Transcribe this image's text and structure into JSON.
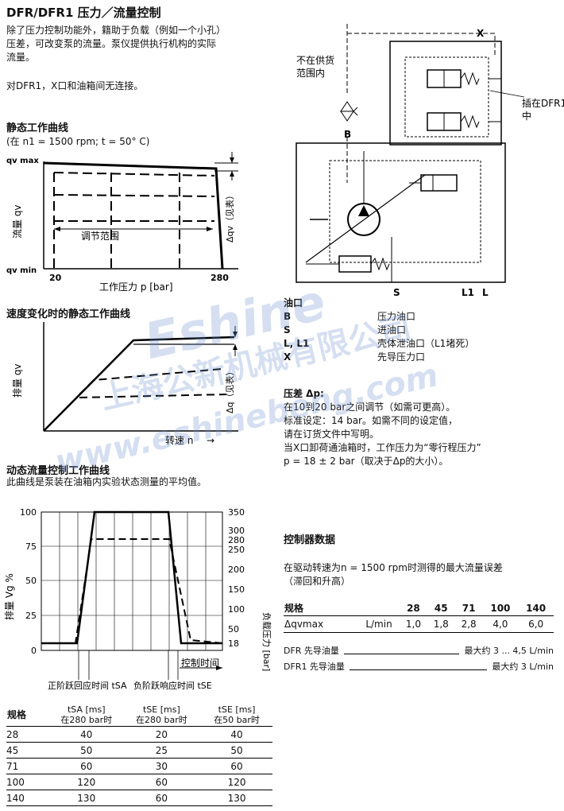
{
  "header": {
    "title": "DFR/DFR1 压力／流量控制",
    "intro": [
      "除了压力控制功能外，籍助于负载（例如一个小孔）",
      "压差，可改变泵的流量。泵仪提供执行机构的实际",
      "流量。"
    ],
    "dfr1_note": "对DFR1，X口和油箱间无连接。"
  },
  "static_curve": {
    "heading": "静态工作曲线",
    "conditions": "(在 n1 = 1500 rpm; t = 50° C)",
    "y_top": "qv max",
    "y_bottom": "qv min",
    "y_axis": "流量 qv",
    "x_axis": "工作压力 p [bar]",
    "x_ticks": [
      "20",
      "280"
    ],
    "range_label": "调节范围",
    "dq_label": "Δqv（见表）"
  },
  "speed_curve": {
    "heading": "速度变化时的静态工作曲线",
    "y_axis": "排量 qv",
    "x_axis": "转速 n",
    "dq_label": "Δq（见表）"
  },
  "dynamic_curve": {
    "heading": "动态流量控制工作曲线",
    "desc": "此曲线是泵装在油箱内实验状态测量的平均值。",
    "left_ticks": [
      "100",
      "75",
      "50",
      "25",
      "0"
    ],
    "right_ticks": [
      "350",
      "300",
      "280",
      "250",
      "200",
      "150",
      "100",
      "50",
      "18"
    ],
    "left_axis": "排量 Vg %",
    "right_axis": "负载压力 [bar]",
    "control_time": "控制时间",
    "t_sa": "正阶跃回应时间 tSA",
    "t_se": "负阶跃响应时间 tSE"
  },
  "response_table": {
    "headers": [
      {
        "line1": "规格",
        "line2": ""
      },
      {
        "line1": "tSA [ms]",
        "line2": "在280 bar时"
      },
      {
        "line1": "tSE [ms]",
        "line2": "在280 bar时"
      },
      {
        "line1": "tSE [ms]",
        "line2": "在50 bar时"
      }
    ],
    "rows": [
      [
        "28",
        "40",
        "20",
        "40"
      ],
      [
        "45",
        "50",
        "25",
        "50"
      ],
      [
        "71",
        "60",
        "30",
        "60"
      ],
      [
        "100",
        "120",
        "60",
        "120"
      ],
      [
        "140",
        "130",
        "60",
        "130"
      ]
    ]
  },
  "circuit": {
    "x_label": "X",
    "b_label": "B",
    "s_label": "S",
    "l1_label": "L1",
    "l_label": "L",
    "not_supplied": [
      "不在供货",
      "范围内"
    ],
    "inserted": [
      "插在DFR1",
      "中"
    ]
  },
  "ports": {
    "heading": "油口",
    "rows": [
      [
        "B",
        "压力油口"
      ],
      [
        "S",
        "进油口"
      ],
      [
        "L, L1",
        "壳体泄油口（L1堵死）"
      ],
      [
        "X",
        "先导压力口"
      ]
    ]
  },
  "pressure_diff": {
    "heading": "压差 Δp:",
    "lines": [
      "在10到20 bar之间调节（如需可更高）。",
      "标准设定：14 bar。如需不同的设定值，",
      "请在订货文件中写明。",
      "当X口卸荷通油箱时，工作压力为“零行程压力”",
      "p = 18 ± 2 bar（取决于Δp的大小）。"
    ]
  },
  "controller": {
    "heading": "控制器数据",
    "desc": [
      "在驱动转速为n = 1500 rpm时测得的最大流量误差",
      "（滞回和升高）"
    ],
    "table_header": [
      "规格",
      "",
      "28",
      "45",
      "71",
      "100",
      "140"
    ],
    "table_row": [
      "Δqvmax",
      "L/min",
      "1,0",
      "1,8",
      "2,8",
      "4,0",
      "6,0"
    ],
    "pilot": [
      {
        "label": "DFR 先导油量",
        "value": "最大约 3 ... 4,5 L/min"
      },
      {
        "label": "DFR1 先导油量",
        "value": "最大约 3 L/min"
      }
    ]
  },
  "watermark": {
    "brand": "Eshine",
    "company": "上海公新机械有限公司",
    "site": "www.eshinebeng.com"
  }
}
